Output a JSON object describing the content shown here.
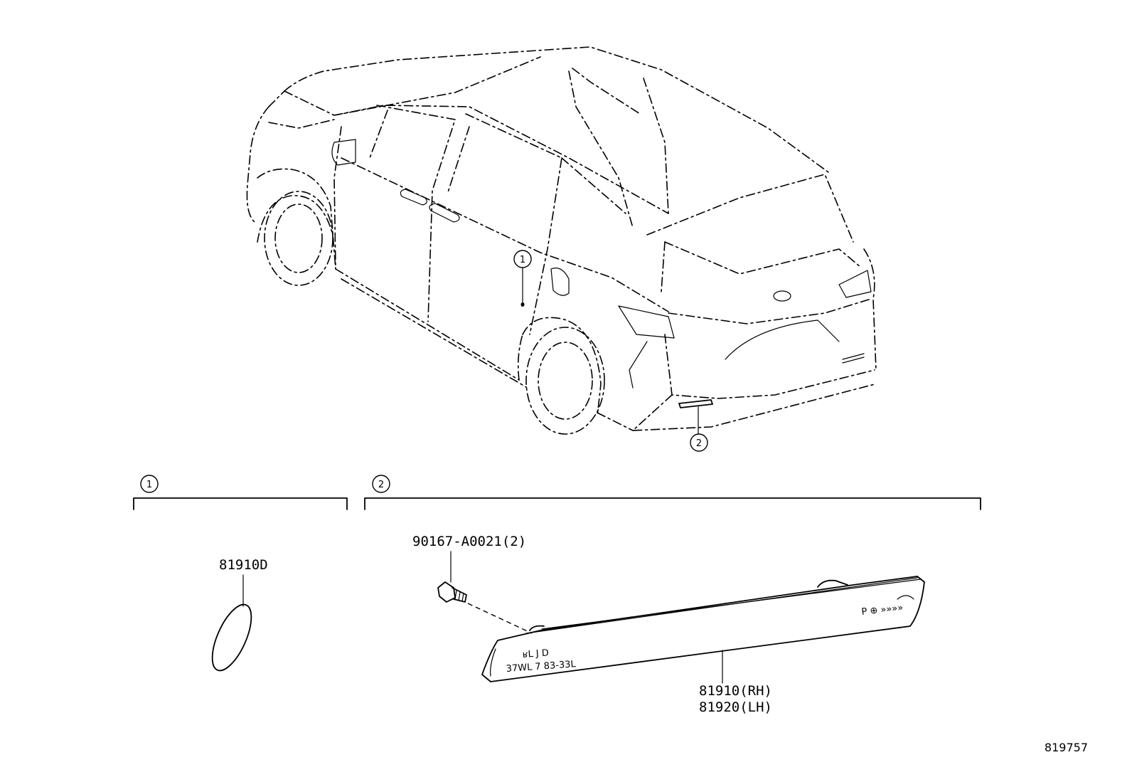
{
  "callouts": {
    "one": "1",
    "two": "2"
  },
  "parts": {
    "body_marker": "81910D",
    "bolt": "90167-A0021(2)",
    "reflector_rh": "81910(RH)",
    "reflector_lh": "81920(LH)"
  },
  "reflector_markings": {
    "left_line1": "ʁL J D",
    "left_line2": "37WL 7 83-33L",
    "right_mark": "P ⊕ »»»»"
  },
  "diagram_id": "819757"
}
